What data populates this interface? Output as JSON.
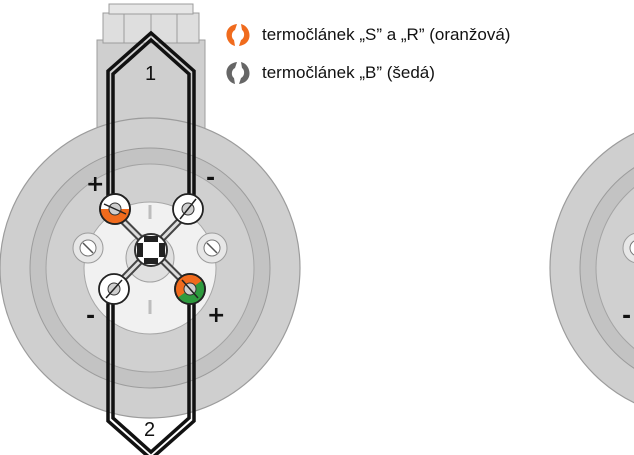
{
  "legend": [
    {
      "label": "termočlánek „S” a „R” (oranžová)",
      "color": "#f06b1d",
      "icon": "thermocouple-swirl-icon"
    },
    {
      "label": "termočlánek „B” (šedá)",
      "color": "#666666",
      "icon": "thermocouple-swirl-icon"
    }
  ],
  "wires": [
    {
      "label": "1"
    },
    {
      "label": "2"
    }
  ],
  "polarity": {
    "top_left": "+",
    "top_right": "-",
    "bottom_left": "-",
    "bottom_right": "+"
  },
  "colors": {
    "orange": "#f06b1d",
    "green": "#2e9a3e",
    "housing": "#cfcfcf",
    "housing_dark": "#b9b9b9",
    "wire": "#111111"
  }
}
